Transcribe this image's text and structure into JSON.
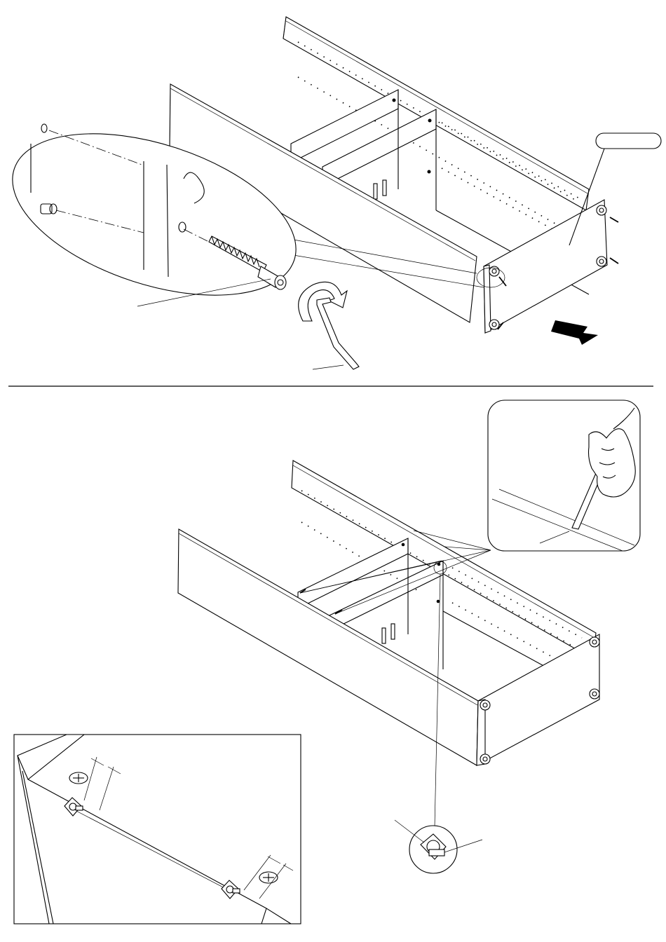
{
  "page": {
    "background": "#ffffff",
    "line_color": "#000000"
  },
  "step_top": {
    "callout_label": "",
    "parts": [
      "cam-screw",
      "allen-key",
      "side-panel"
    ],
    "direction": "push-in-arrow"
  },
  "step_bottom": {
    "tools": [
      "pencil"
    ],
    "parts": [
      "cam-lock",
      "cam-bolt"
    ]
  },
  "icons": [
    "arrow-right-icon",
    "rotate-arrow-icon",
    "hand-pencil-icon",
    "cam-lock-icon"
  ]
}
